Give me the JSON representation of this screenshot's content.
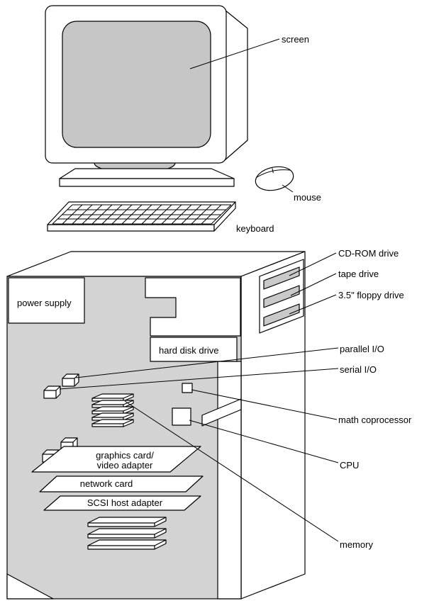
{
  "diagram": {
    "labels": {
      "screen": "screen",
      "mouse": "mouse",
      "keyboard": "keyboard",
      "cdrom_drive": "CD-ROM drive",
      "tape_drive": "tape drive",
      "floppy_drive": "3.5\" floppy drive",
      "parallel_io": "parallel I/O",
      "serial_io": "serial I/O",
      "math_coprocessor": "math coprocessor",
      "cpu": "CPU",
      "memory": "memory",
      "power_supply": "power supply",
      "hard_disk_drive": "hard disk drive",
      "graphics_card_line1": "graphics card/",
      "graphics_card_line2": "video adapter",
      "network_card": "network card",
      "scsi_host_adapter": "SCSI host adapter"
    },
    "colors": {
      "background": "#ffffff",
      "line": "#000000",
      "screen_fill": "#c6c6c6",
      "interior_fill": "#d3d3d3",
      "drive_fill": "#c9c9c9",
      "component_fill": "#ffffff"
    }
  }
}
